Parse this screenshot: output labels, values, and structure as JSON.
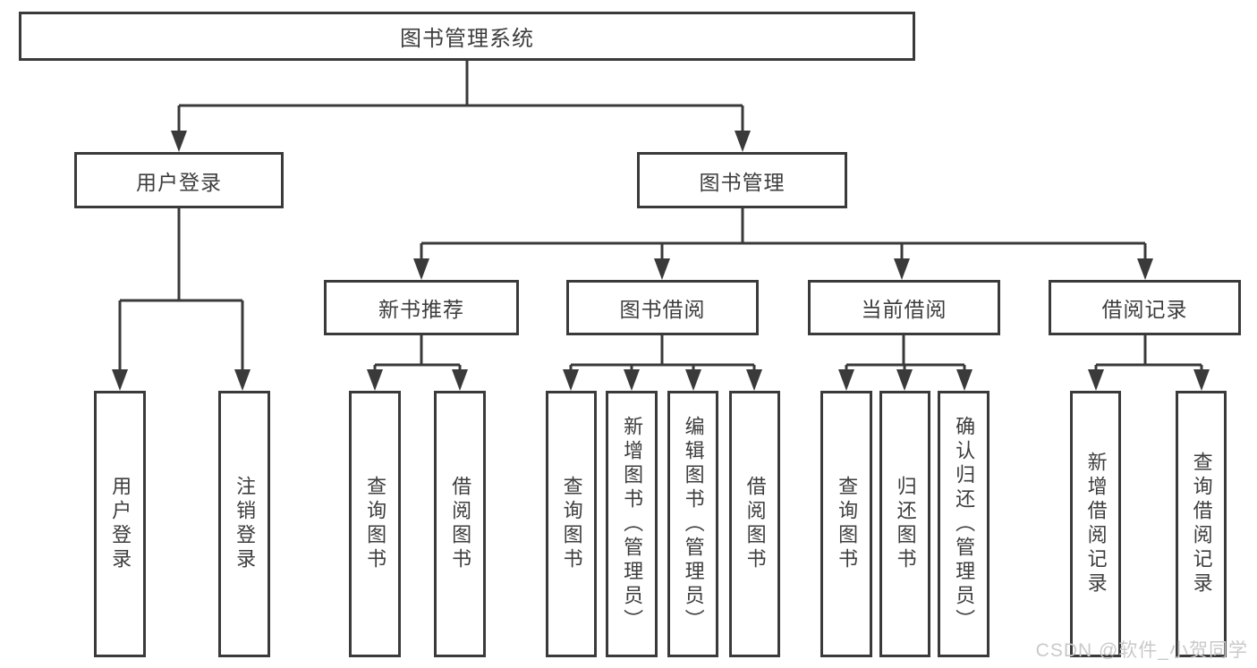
{
  "diagram_title": "图书管理系统",
  "tree": {
    "root": {
      "label": "图书管理系统",
      "children": [
        {
          "label": "用户登录",
          "children": [
            {
              "label": "用户登录"
            },
            {
              "label": "注销登录"
            }
          ]
        },
        {
          "label": "图书管理",
          "children": [
            {
              "label": "新书推荐",
              "children": [
                {
                  "label": "查询图书"
                },
                {
                  "label": "借阅图书"
                }
              ]
            },
            {
              "label": "图书借阅",
              "children": [
                {
                  "label": "查询图书"
                },
                {
                  "label": "新增图书（管理员）"
                },
                {
                  "label": "编辑图书（管理员）"
                },
                {
                  "label": "借阅图书"
                }
              ]
            },
            {
              "label": "当前借阅",
              "children": [
                {
                  "label": "查询图书"
                },
                {
                  "label": "归还图书"
                },
                {
                  "label": "确认归还（管理员）"
                }
              ]
            },
            {
              "label": "借阅记录",
              "children": [
                {
                  "label": "新增借阅记录"
                },
                {
                  "label": "查询借阅记录"
                }
              ]
            }
          ]
        }
      ]
    }
  },
  "watermark": "CSDN @软件_小贺同学",
  "colors": {
    "line": "#3a3a3a",
    "text": "#3d3d3d",
    "watermark": "#c9c9c9",
    "background": "#ffffff"
  }
}
